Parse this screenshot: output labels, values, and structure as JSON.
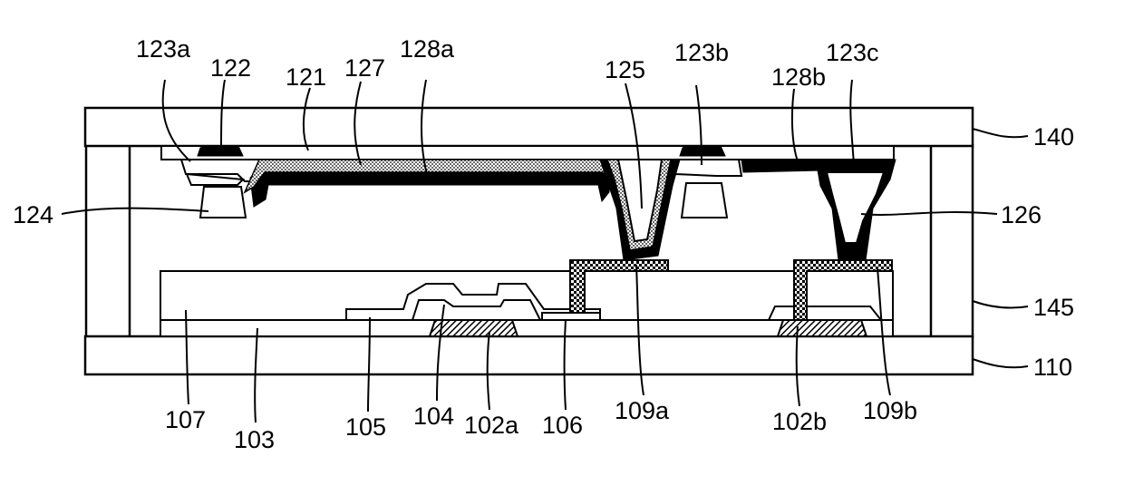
{
  "labels": {
    "l123a": "123a",
    "l122": "122",
    "l121": "121",
    "l127": "127",
    "l128a": "128a",
    "l125": "125",
    "l123b": "123b",
    "l128b": "128b",
    "l123c": "123c",
    "l140": "140",
    "l124": "124",
    "l126": "126",
    "l145": "145",
    "l110": "110",
    "l107": "107",
    "l103": "103",
    "l105": "105",
    "l104": "104",
    "l102a": "102a",
    "l106": "106",
    "l109a": "109a",
    "l102b": "102b",
    "l109b": "109b"
  },
  "colors": {
    "line": "#000000",
    "background": "#ffffff",
    "dotted_fill": "#d9d9d9"
  }
}
